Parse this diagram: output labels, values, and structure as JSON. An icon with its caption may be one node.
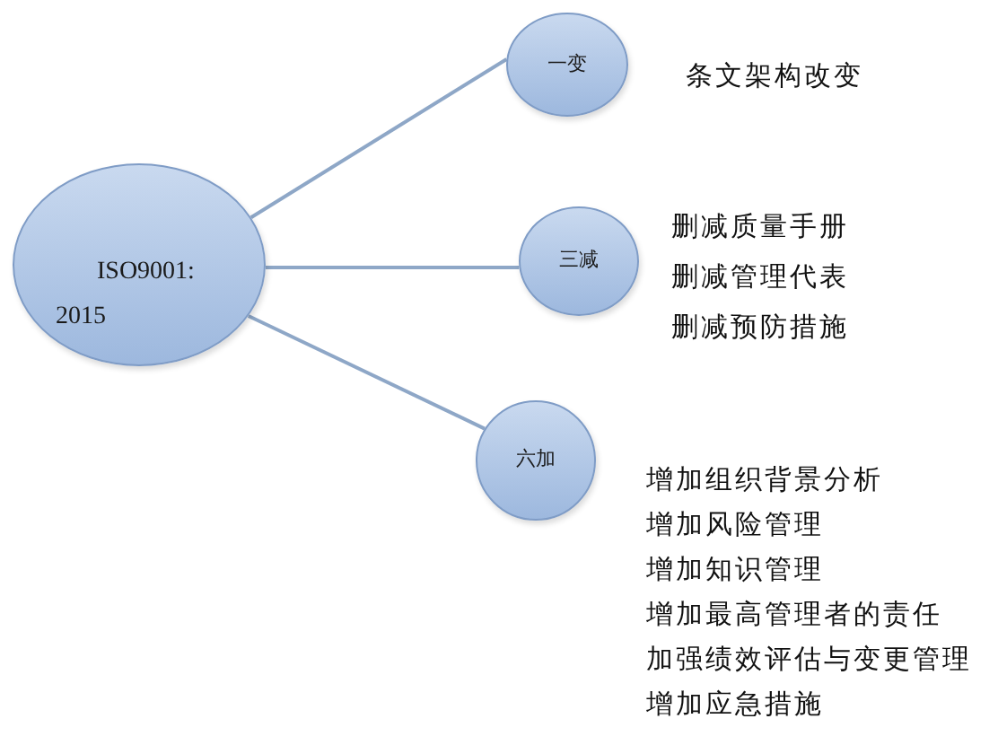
{
  "diagram": {
    "nodes": [
      {
        "text": [
          "ISO9001: 2015"
        ]
      },
      {
        "text": [
          "一变"
        ],
        "beside": [
          "条文架构改变"
        ]
      },
      {
        "text": [
          "三减"
        ],
        "beside": [
          "删减质量手册",
          "删减管理代表",
          "删减预防措施"
        ]
      },
      {
        "text": [
          "六加"
        ],
        "beside": [
          "增加组织背景分析",
          "增加风险管理",
          "增加知识管理",
          "增加最高管理者的责任",
          "加强绩效评估与变更管理",
          "增加应急措施"
        ]
      }
    ],
    "edges": [
      {
        "from": 0,
        "to": 1,
        "arrow": "none"
      },
      {
        "from": 0,
        "to": 2,
        "arrow": "none"
      },
      {
        "from": 0,
        "to": 3,
        "arrow": "none"
      }
    ]
  }
}
